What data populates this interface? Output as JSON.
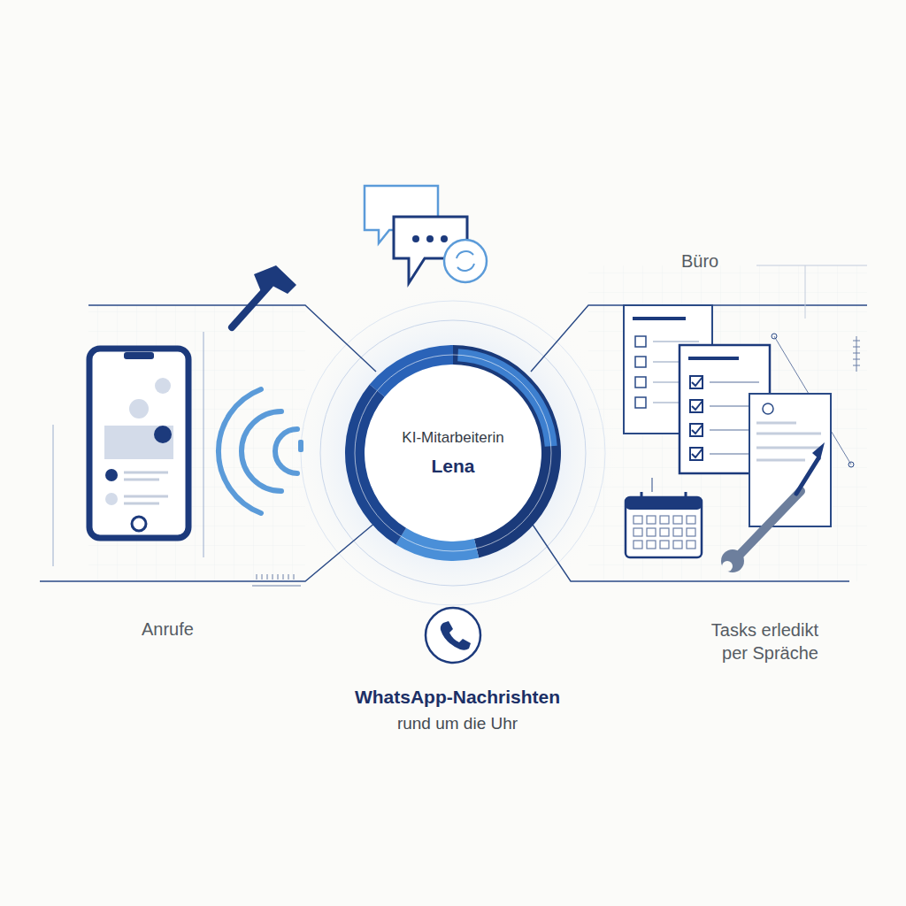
{
  "diagram": {
    "nodes": [
      {
        "text": [
          "KI-Mitarbeiterin",
          "Lena"
        ]
      }
    ],
    "labels": [
      "Büro",
      "Anrufe",
      "Tasks erledikt per Spräche",
      "WhatsApp-Nachrishten",
      "rund um die Uhr"
    ]
  }
}
